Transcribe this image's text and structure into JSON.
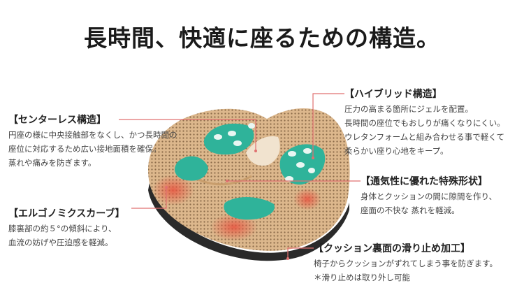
{
  "title": "長時間、快適に座るための構造。",
  "callouts": {
    "center": {
      "heading": "【センターレス構造】",
      "lines": [
        "円座の様に中央接触部をなくし、かつ長時間の",
        "座位に対応するため広い接地面積を確保。",
        "蒸れや痛みを防ぎます。"
      ]
    },
    "ergo": {
      "heading": "【エルゴノミクスカーブ】",
      "lines": [
        "膝裏部の約５°の傾斜により、",
        "血流の妨げや圧迫感を軽減。"
      ]
    },
    "hybrid": {
      "heading": "【ハイブリッド構造】",
      "lines": [
        "圧力の高まる箇所にジェルを配置。",
        "長時間の座位でもおしりが痛くなりにくい。",
        "ウレタンフォームと組み合わせる事で軽くて",
        "柔らかい座り心地をキープ。"
      ]
    },
    "vent": {
      "heading": "【通気性に優れた特殊形状】",
      "lines": [
        "身体とクッションの間に隙間を作り、",
        "座面の不快な 蒸れを軽減。"
      ]
    },
    "slip": {
      "heading": "【クッション裏面の滑り止め加工】",
      "lines": [
        "椅子からクッションがずれてしまう事を防ぎます。",
        "＊滑り止めは取り外し可能"
      ]
    }
  },
  "colors": {
    "leader_line": "#e07070",
    "cushion_mesh": "#d9b48a",
    "gel": "#2fb39a",
    "base": "#2a2a2a",
    "pressure_red": "#e8533f"
  }
}
